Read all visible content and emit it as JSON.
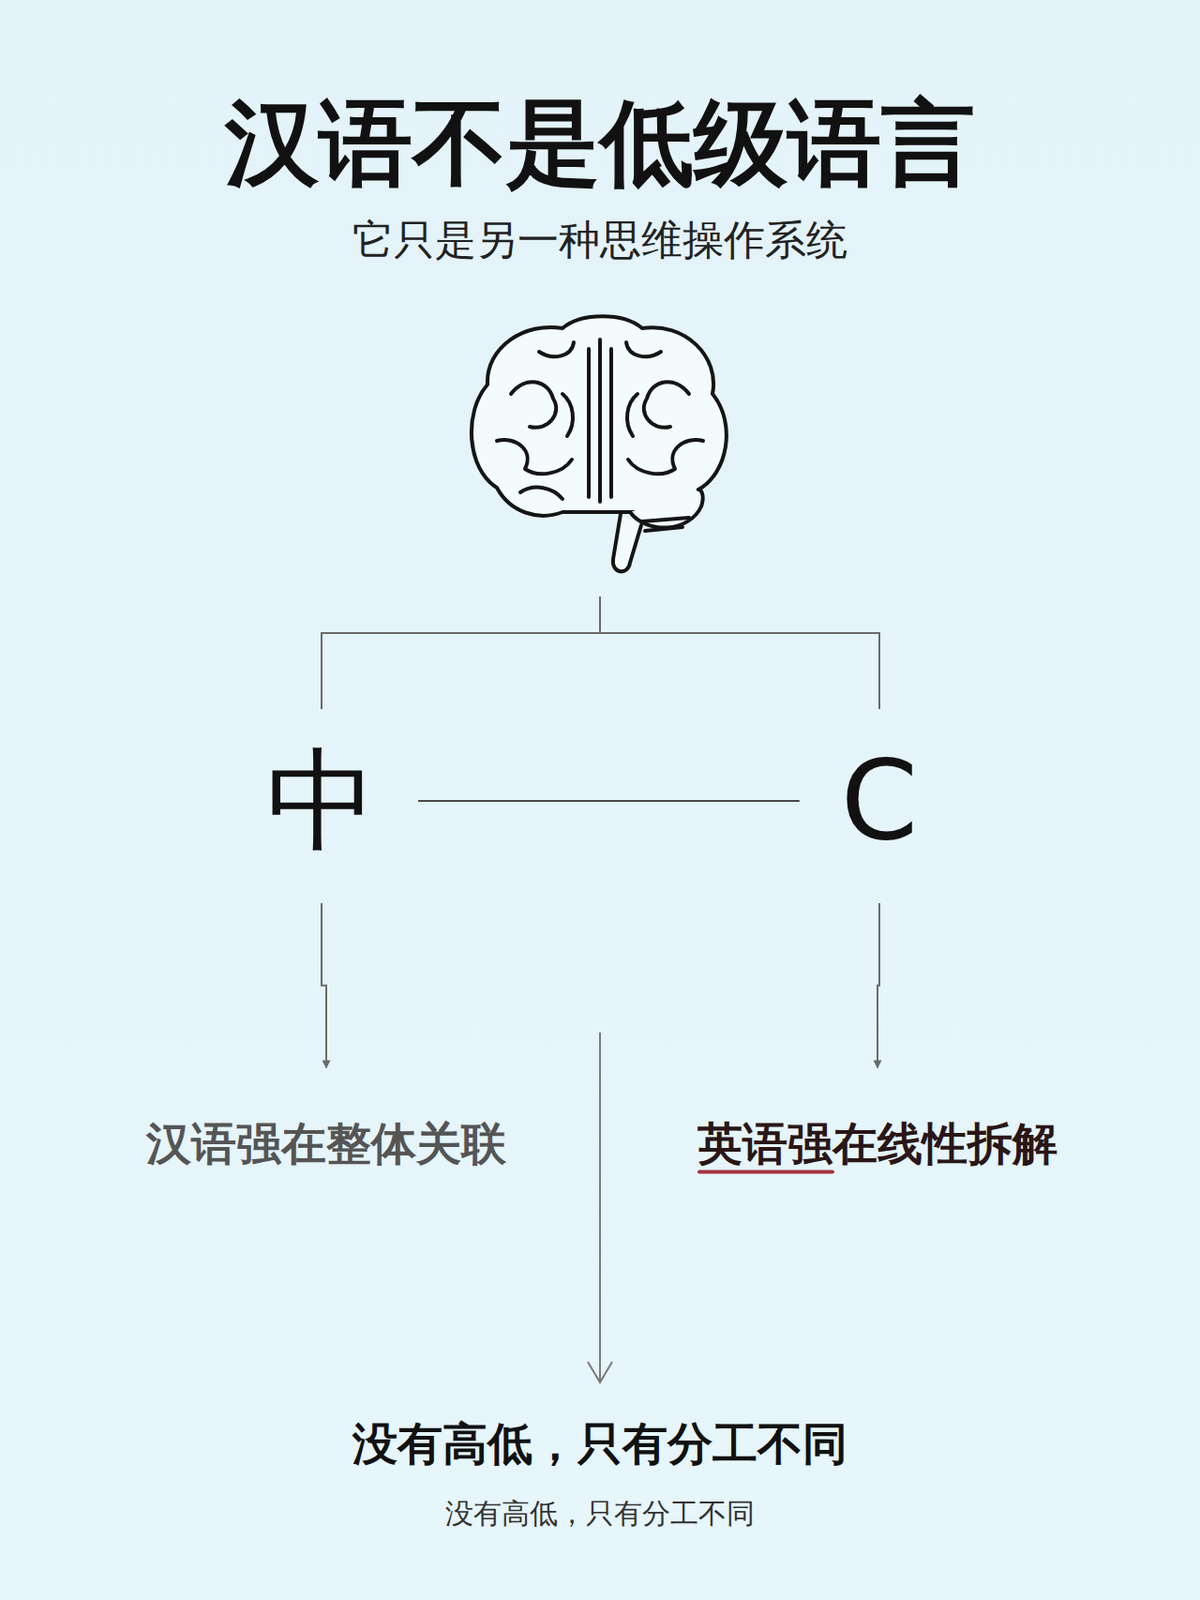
{
  "diagram": {
    "title": "汉语不是低级语言",
    "caption": "它只是另一种思维操作系统",
    "nodes": [
      {
        "text": [
          "中"
        ]
      },
      {
        "text": [
          "C"
        ]
      },
      {
        "text": [
          "汉语强在整体关联"
        ]
      },
      {
        "text": [
          "英语强在线性拆解"
        ]
      }
    ],
    "edges": [
      {
        "from": 0,
        "to": 1,
        "arrow": "none"
      },
      {
        "from": 0,
        "to": 2,
        "arrow": "to"
      },
      {
        "from": 1,
        "to": 3,
        "arrow": "to"
      }
    ],
    "labels": [
      "没有高低，只有分工不同",
      "没有高低，只有分工不同"
    ]
  }
}
